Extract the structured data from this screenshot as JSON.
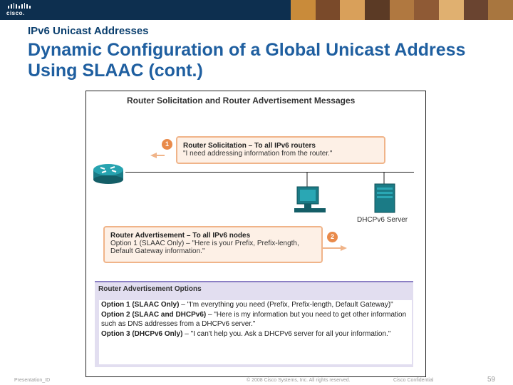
{
  "brand": {
    "logo_text": "cisco."
  },
  "header": {
    "subtitle": "IPv6 Unicast Addresses",
    "title": "Dynamic Configuration of a Global Unicast Address Using SLAAC (cont.)"
  },
  "figure": {
    "title": "Router Solicitation and Router Advertisement Messages",
    "solicitation": {
      "number": "1",
      "heading": "Router Solicitation – To all IPv6 routers",
      "text": "\"I need addressing information from the router.\""
    },
    "advertisement": {
      "number": "2",
      "heading": "Router Advertisement – To all IPv6 nodes",
      "text": "Option 1 (SLAAC Only) – \"Here is your Prefix, Prefix-length, Default Gateway information.\""
    },
    "server_label": "DHCPv6 Server",
    "options": {
      "title": "Router Advertisement Options",
      "items": [
        {
          "label": "Option 1 (SLAAC Only)",
          "text": " – \"I'm everything you need (Prefix, Prefix-length, Default Gateway)\""
        },
        {
          "label": "Option 2 (SLAAC and DHCPv6)",
          "text": " – \"Here is my information but you need to get other information such as DNS addresses from a DHCPv6 server.\""
        },
        {
          "label": "Option 3 (DHCPv6 Only)",
          "text": " – \"I can't help you. Ask a DHCPv6 server for all your information.\""
        }
      ]
    }
  },
  "footer": {
    "left": "Presentation_ID",
    "center": "© 2008 Cisco Systems, Inc. All rights reserved.",
    "right": "Cisco Confidential",
    "page": "59"
  },
  "colors": {
    "bar": "#0d2f4f",
    "title": "#1f5fa0",
    "subtitle": "#0b3f6e",
    "callout_border": "#f0b489",
    "badge": "#e98a4a",
    "options_border": "#8b7fc4"
  }
}
